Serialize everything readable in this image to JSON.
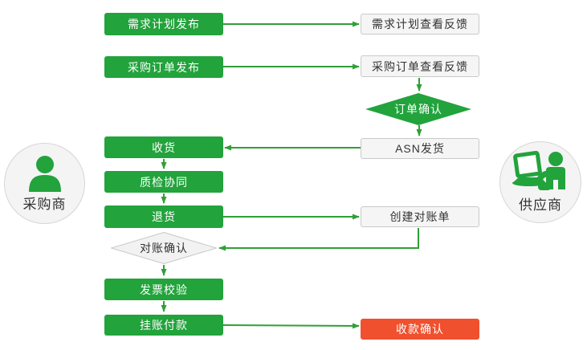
{
  "diagram": {
    "actors": {
      "buyer": {
        "label": "采购商"
      },
      "supplier": {
        "label": "供应商"
      }
    },
    "nodes": {
      "demand_plan_publish": {
        "label": "需求计划发布",
        "shape": "process",
        "color": "green"
      },
      "demand_plan_feedback": {
        "label": "需求计划查看反馈",
        "shape": "process",
        "color": "white"
      },
      "po_publish": {
        "label": "采购订单发布",
        "shape": "process",
        "color": "green"
      },
      "po_feedback": {
        "label": "采购订单查看反馈",
        "shape": "process",
        "color": "white"
      },
      "order_confirm": {
        "label": "订单确认",
        "shape": "decision",
        "color": "green"
      },
      "receive_goods": {
        "label": "收货",
        "shape": "process",
        "color": "green"
      },
      "asn_ship": {
        "label": "ASN发货",
        "shape": "process",
        "color": "white"
      },
      "quality_check": {
        "label": "质检协同",
        "shape": "process",
        "color": "green"
      },
      "return_goods": {
        "label": "退货",
        "shape": "process",
        "color": "green"
      },
      "create_statement": {
        "label": "创建对账单",
        "shape": "process",
        "color": "white"
      },
      "recon_confirm": {
        "label": "对账确认",
        "shape": "decision",
        "color": "gray"
      },
      "invoice_verify": {
        "label": "发票校验",
        "shape": "process",
        "color": "green"
      },
      "payment_on_account": {
        "label": "挂账付款",
        "shape": "process",
        "color": "green"
      },
      "receipt_confirm": {
        "label": "收款确认",
        "shape": "process",
        "color": "red"
      }
    },
    "colors": {
      "green_node": "#22a33c",
      "line_green": "#2fa037",
      "red_node": "#f0502e",
      "white_node_bg": "#f5f5f5",
      "node_border": "#c9c9c9",
      "gray_diamond_bg": "#f2f2f2",
      "text_dark": "#333333",
      "text_light": "#ffffff"
    }
  }
}
